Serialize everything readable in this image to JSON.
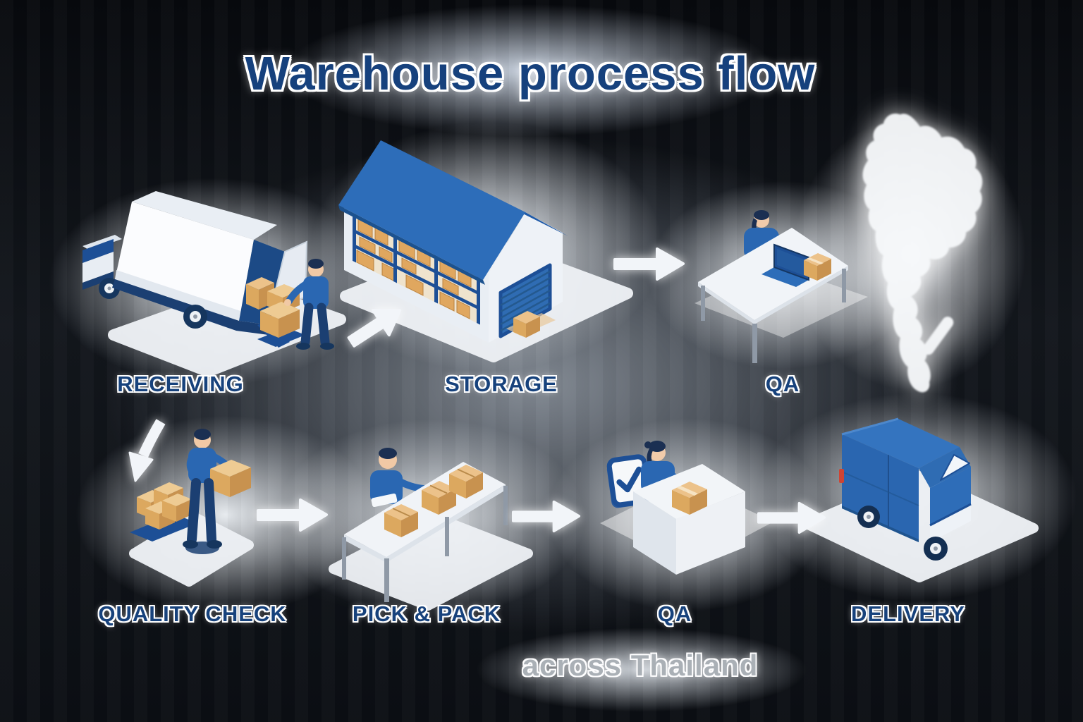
{
  "title": "Warehouse process flow",
  "subtitle": "across Thailand",
  "stations": [
    {
      "id": "receiving",
      "label": "RECEIVING",
      "row": "top",
      "illustration": "box-truck-unloading"
    },
    {
      "id": "storage",
      "label": "STORAGE",
      "row": "top",
      "illustration": "warehouse-building"
    },
    {
      "id": "qa-inspection",
      "label": "QA",
      "row": "top",
      "illustration": "inspector-desk-laptop"
    },
    {
      "id": "quality-check",
      "label": "QUALITY CHECK",
      "row": "bottom",
      "illustration": "worker-inspecting-boxes"
    },
    {
      "id": "pick-pack",
      "label": "PICK & PACK",
      "row": "bottom",
      "illustration": "packing-table"
    },
    {
      "id": "qa-approval",
      "label": "QA",
      "row": "bottom",
      "illustration": "approval-counter-checkmark"
    },
    {
      "id": "delivery",
      "label": "DELIVERY",
      "row": "bottom",
      "illustration": "delivery-van"
    }
  ],
  "arrows": [
    {
      "from": "receiving",
      "to": "storage",
      "direction": "up-right"
    },
    {
      "from": "storage",
      "to": "qa-inspection",
      "direction": "right"
    },
    {
      "from": "qa-inspection",
      "to": "quality-check",
      "direction": "curved-down-left"
    },
    {
      "from": "quality-check",
      "to": "pick-pack",
      "direction": "right"
    },
    {
      "from": "pick-pack",
      "to": "qa-approval",
      "direction": "right"
    },
    {
      "from": "qa-approval",
      "to": "delivery",
      "direction": "right"
    }
  ],
  "map": {
    "name": "thailand-map-silhouette"
  },
  "colors": {
    "label_navy": "#17427c",
    "brand_blue": "#2a67b2",
    "roof_blue": "#2d6db9",
    "box_tan": "#dca85f",
    "background_dark": "#0b0e13",
    "glow_white": "#f4f7fa",
    "arrow_white": "#f2f5f9",
    "subtitle_gray": "#aab0b6"
  }
}
